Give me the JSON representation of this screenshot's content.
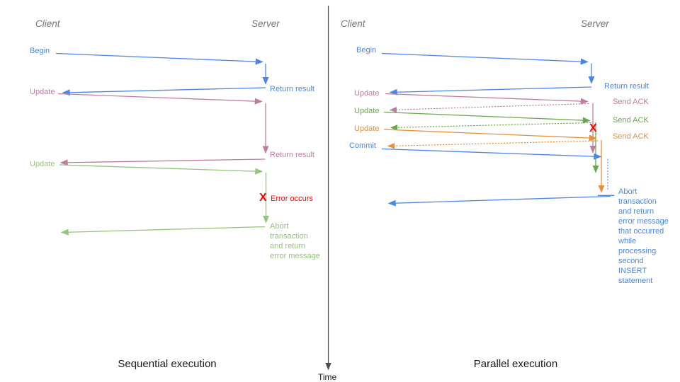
{
  "diagram": {
    "time_label": "Time",
    "colors": {
      "blue": "#4a86e8",
      "pink": "#c27ba0",
      "green_light": "#93c47d",
      "green": "#6aa84f",
      "orange": "#e69138",
      "red": "#fe0000",
      "axis_gray": "#4d4d4d",
      "header_gray": "#757575"
    },
    "left": {
      "title": "Sequential execution",
      "client_label": "Client",
      "server_label": "Server",
      "begin": "Begin",
      "return1": "Return result",
      "update1": "Update",
      "return2": "Return result",
      "update2": "Update",
      "error_x": "X",
      "error": "Error occurs",
      "abort": "Abort\ntransaction\nand return\nerror message"
    },
    "right": {
      "title": "Parallel execution",
      "client_label": "Client",
      "server_label": "Server",
      "begin": "Begin",
      "return1": "Return result",
      "update1": "Update",
      "ack1": "Send ACK",
      "update2": "Update",
      "ack2": "Send ACK",
      "update3": "Update",
      "ack3": "Send ACK",
      "commit": "Commit",
      "error_x": "X",
      "abort": "Abort\ntransaction\nand return\nerror message\nthat occurred\nwhile\nprocessing\nsecond\nINSERT\nstatement"
    }
  }
}
